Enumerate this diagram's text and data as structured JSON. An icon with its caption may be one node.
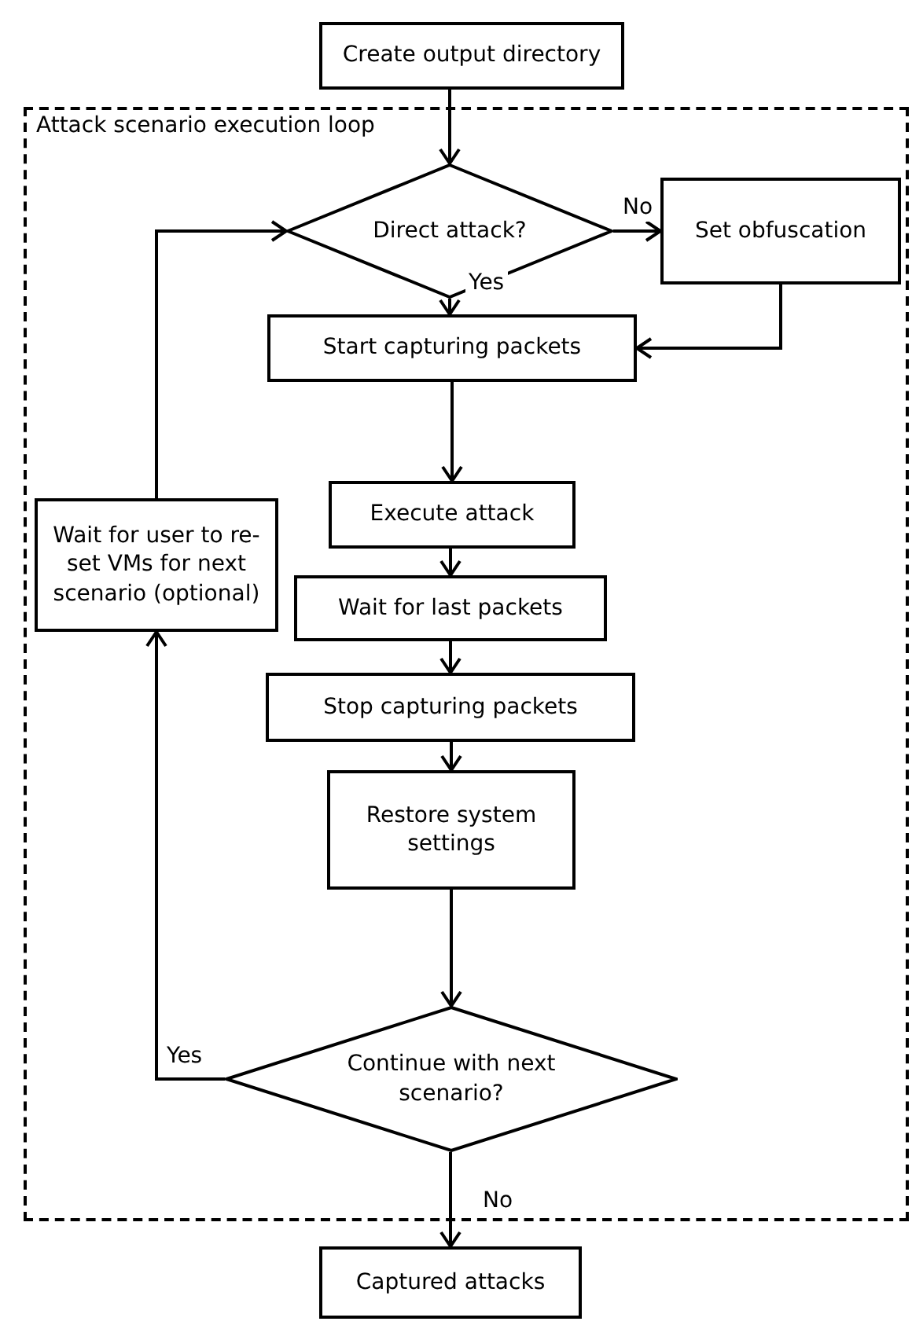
{
  "diagram": {
    "nodes": [
      {
        "text": [
          "Create output directory"
        ]
      },
      {
        "text": [
          "Attack scenario execution loop"
        ]
      },
      {
        "text": [
          "Direct attack?"
        ],
        "in": 1
      },
      {
        "text": [
          "Set obfuscation"
        ],
        "in": 1
      },
      {
        "text": [
          "Start capturing packets"
        ],
        "in": 1
      },
      {
        "text": [
          "Execute attack"
        ],
        "in": 1
      },
      {
        "text": [
          "Wait for last packets"
        ],
        "in": 1
      },
      {
        "text": [
          "Stop capturing packets"
        ],
        "in": 1
      },
      {
        "text": [
          "Restore system settings"
        ],
        "in": 1
      },
      {
        "text": [
          "Continue with next scenario?"
        ],
        "in": 1
      },
      {
        "text": [
          "Wait for user to re-set VMs for next scenario (optional)"
        ],
        "in": 1
      },
      {
        "text": [
          "Captured attacks"
        ]
      }
    ],
    "edges": [
      {
        "from": 0,
        "to": 2,
        "arrow": "to"
      },
      {
        "from": 2,
        "to": 3,
        "arrow": "to",
        "label": "No"
      },
      {
        "from": 2,
        "to": 4,
        "arrow": "to",
        "label": "Yes"
      },
      {
        "from": 3,
        "to": 4,
        "arrow": "to"
      },
      {
        "from": 4,
        "to": 5,
        "arrow": "to"
      },
      {
        "from": 5,
        "to": 6,
        "arrow": "to"
      },
      {
        "from": 6,
        "to": 7,
        "arrow": "to"
      },
      {
        "from": 7,
        "to": 8,
        "arrow": "to"
      },
      {
        "from": 8,
        "to": 9,
        "arrow": "to"
      },
      {
        "from": 9,
        "to": 10,
        "arrow": "to",
        "label": "Yes"
      },
      {
        "from": 10,
        "to": 2,
        "arrow": "to"
      },
      {
        "from": 9,
        "to": 11,
        "arrow": "to",
        "label": "No"
      }
    ]
  }
}
